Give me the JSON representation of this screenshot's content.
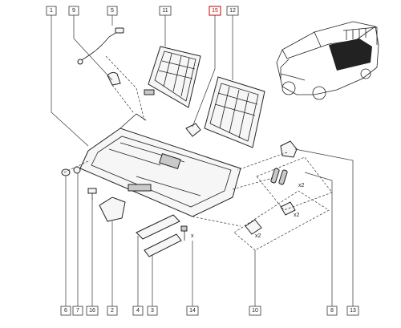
{
  "callouts": {
    "c1": "1",
    "c9": "9",
    "c5": "5",
    "c11": "11",
    "c15": "15",
    "c12": "12",
    "c6": "6",
    "c7": "7",
    "c16": "16",
    "c2": "2",
    "c4": "4",
    "c3": "3",
    "c14": "14",
    "c10": "10",
    "c8": "8",
    "c13": "13"
  },
  "quantities": {
    "q_pins": "x2",
    "q_clip": "x2",
    "q_x": "x"
  },
  "colors": {
    "highlight": "#c00000",
    "line": "#333333"
  }
}
